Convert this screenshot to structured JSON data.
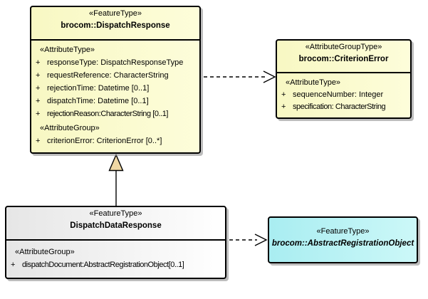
{
  "diagram_title": "UML class diagram",
  "colors": {
    "class_fill_yellow": "#f8f8c3",
    "class_fill_neutral": "#ececec",
    "class_fill_cyan": "#a9edf1",
    "border": "#000000",
    "shadow": "#919191",
    "generalization_triangle_fill": "#f0d8a4",
    "background": "#ffffff"
  },
  "boxes": {
    "dispatch_response": {
      "stereotype": "«FeatureType»",
      "name": "brocom::DispatchResponse",
      "section1_label": "«AttributeType»",
      "attrs1": [
        {
          "vis": "+",
          "text": "responseType: DispatchResponseType"
        },
        {
          "vis": "+",
          "text": "requestReference: CharacterString"
        },
        {
          "vis": "+",
          "text": "rejectionTime: Datetime [0..1]"
        },
        {
          "vis": "+",
          "text": "dispatchTime: Datetime [0..1]"
        },
        {
          "vis": "+",
          "text": "rejectionReason:CharacterString [0..1]"
        }
      ],
      "section2_label": "«AttributeGroup»",
      "attrs2": [
        {
          "vis": "+",
          "text": "criterionError: CriterionError [0..*]"
        }
      ]
    },
    "criterion_error": {
      "stereotype": "«AttributeGroupType»",
      "name": "brocom::CriterionError",
      "section1_label": "«AttributeType»",
      "attrs1": [
        {
          "vis": "+",
          "text": "sequenceNumber: Integer"
        },
        {
          "vis": "+",
          "text": "specification: CharacterString"
        }
      ]
    },
    "dispatch_data_response": {
      "stereotype": "«FeatureType»",
      "name": "DispatchDataResponse",
      "section1_label": "«AttributeGroup»",
      "attrs1": [
        {
          "vis": "+",
          "text": "dispatchDocument:AbstractRegistrationObject[0..1]"
        }
      ]
    },
    "abstract_registration_object": {
      "stereotype": "«FeatureType»",
      "name": "brocom::AbstractRegistrationObject"
    }
  },
  "relationships": [
    {
      "type": "dependency",
      "from": "brocom::DispatchResponse",
      "to": "brocom::CriterionError",
      "line": "dashed",
      "arrowhead": "open"
    },
    {
      "type": "generalization",
      "from": "DispatchDataResponse",
      "to": "brocom::DispatchResponse",
      "line": "solid",
      "arrowhead": "triangle"
    },
    {
      "type": "dependency",
      "from": "DispatchDataResponse",
      "to": "brocom::AbstractRegistrationObject",
      "line": "dashed",
      "arrowhead": "open"
    }
  ]
}
